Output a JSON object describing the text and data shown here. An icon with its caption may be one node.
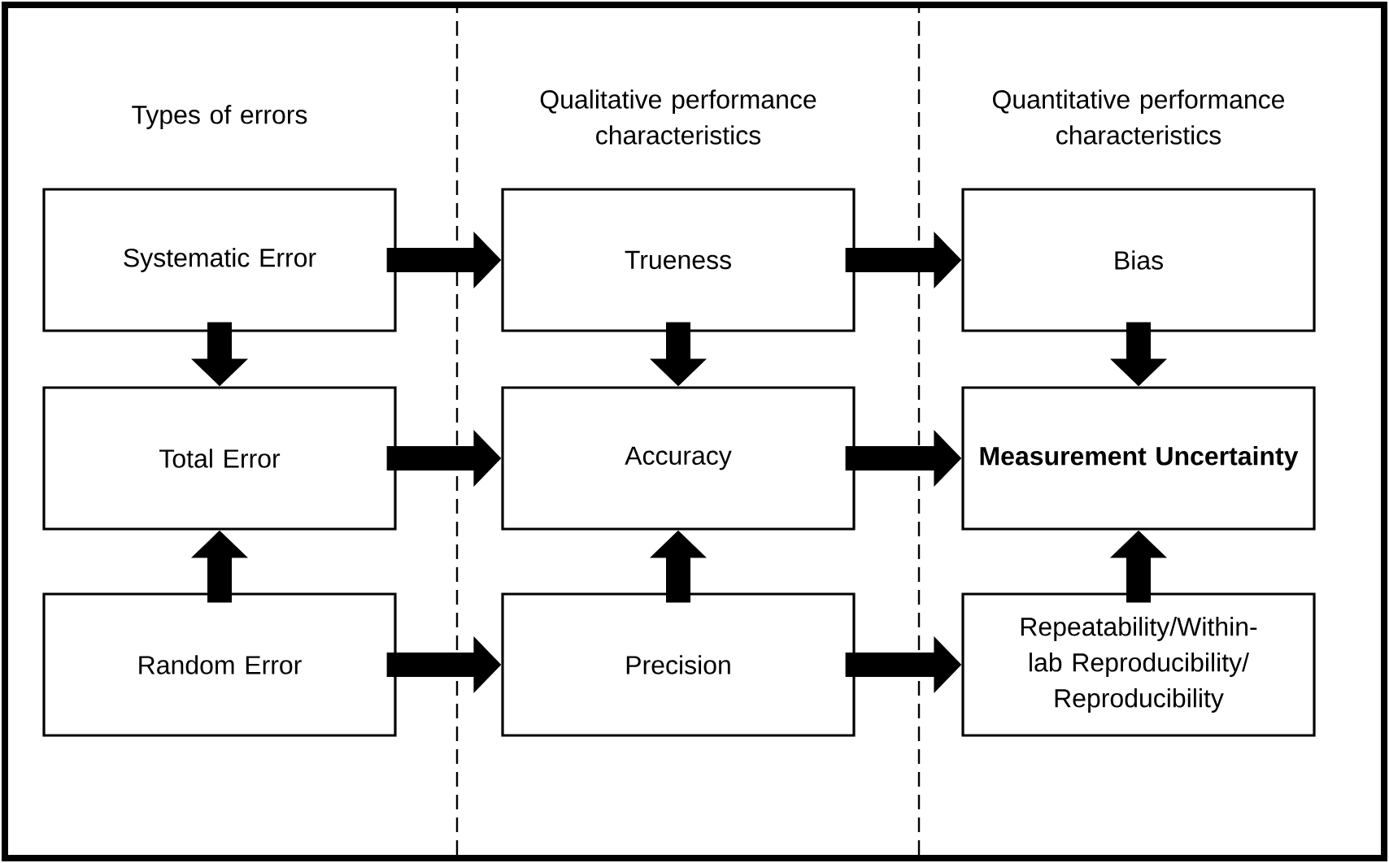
{
  "diagram": {
    "nodes": [
      {
        "text": [
          "Systematic Error"
        ]
      },
      {
        "text": [
          "Trueness"
        ]
      },
      {
        "text": [
          "Bias"
        ]
      },
      {
        "text": [
          "Total Error"
        ]
      },
      {
        "text": [
          "Accuracy"
        ]
      },
      {
        "text": [
          "Measurement Uncertainty"
        ]
      },
      {
        "text": [
          "Random Error"
        ]
      },
      {
        "text": [
          "Precision"
        ]
      },
      {
        "text": [
          "Repeatability/Within-lab Reproducibility/ Reproducibility"
        ]
      }
    ],
    "edges": [
      {
        "from": 0,
        "to": 1,
        "arrow": "to"
      },
      {
        "from": 1,
        "to": 2,
        "arrow": "to"
      },
      {
        "from": 0,
        "to": 3,
        "arrow": "to"
      },
      {
        "from": 1,
        "to": 4,
        "arrow": "to"
      },
      {
        "from": 2,
        "to": 5,
        "arrow": "to"
      },
      {
        "from": 3,
        "to": 4,
        "arrow": "to"
      },
      {
        "from": 4,
        "to": 5,
        "arrow": "to"
      },
      {
        "from": 6,
        "to": 3,
        "arrow": "to"
      },
      {
        "from": 7,
        "to": 4,
        "arrow": "to"
      },
      {
        "from": 8,
        "to": 5,
        "arrow": "to"
      },
      {
        "from": 6,
        "to": 7,
        "arrow": "to"
      },
      {
        "from": 7,
        "to": 8,
        "arrow": "to"
      }
    ],
    "labels": [
      "Types of errors",
      "Qualitative performance characteristics",
      "Quantitative performance characteristics"
    ]
  }
}
